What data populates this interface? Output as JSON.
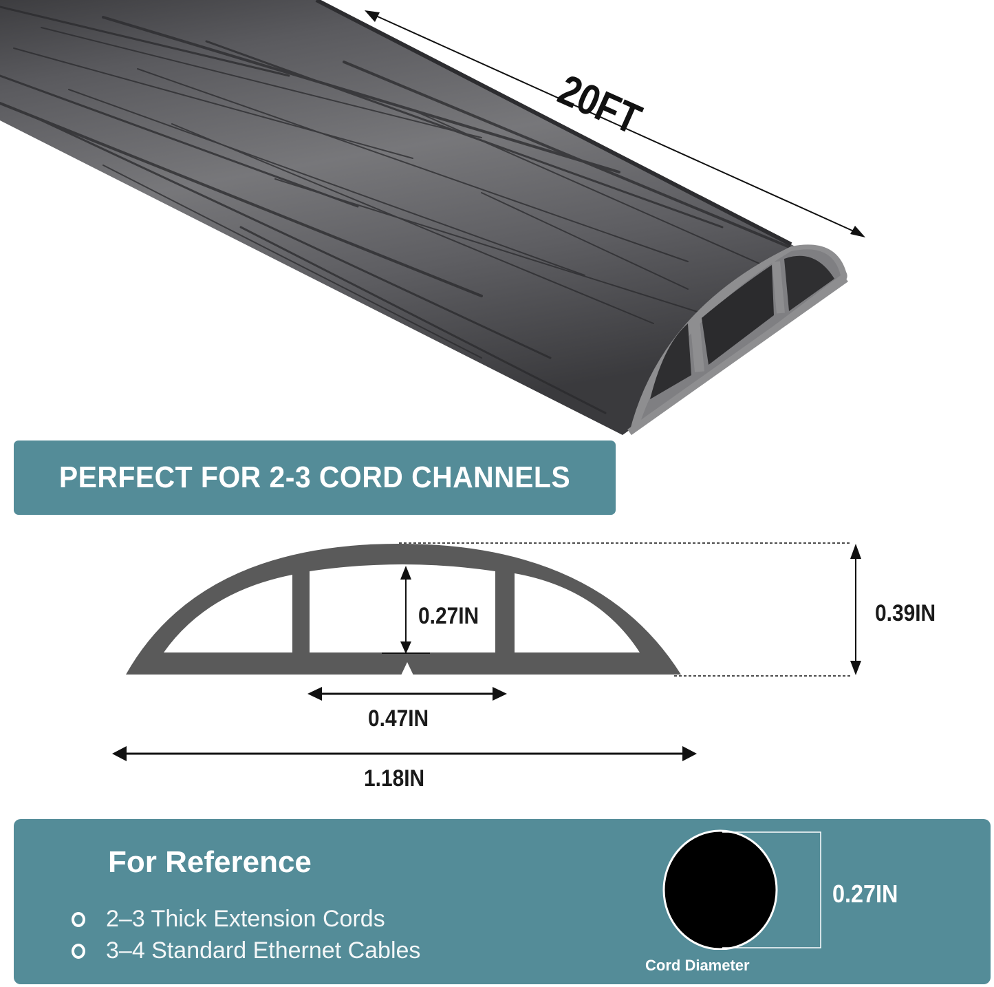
{
  "product_view": {
    "length_label": "20FT",
    "length_arrow": "double-headed-arrow"
  },
  "banner": {
    "text": "PERFECT FOR 2-3 CORD CHANNELS",
    "background_color": "#548c98",
    "text_color": "#ffffff"
  },
  "cross_section": {
    "profile_color": "#5a5a5a",
    "dimensions": {
      "channel_height": "0.27IN",
      "total_height": "0.39IN",
      "center_channel_width": "0.47IN",
      "total_width": "1.18IN"
    }
  },
  "reference": {
    "title": "For Reference",
    "items": [
      {
        "icon": "bullet-ring-icon",
        "text": "2–3 Thick Extension Cords"
      },
      {
        "icon": "bullet-ring-icon",
        "text": "3–4 Standard Ethernet Cables"
      }
    ],
    "cord": {
      "diameter_value": "0.27IN",
      "caption": "Cord Diameter",
      "fill_color": "#000000"
    },
    "background_color": "#548c98"
  }
}
